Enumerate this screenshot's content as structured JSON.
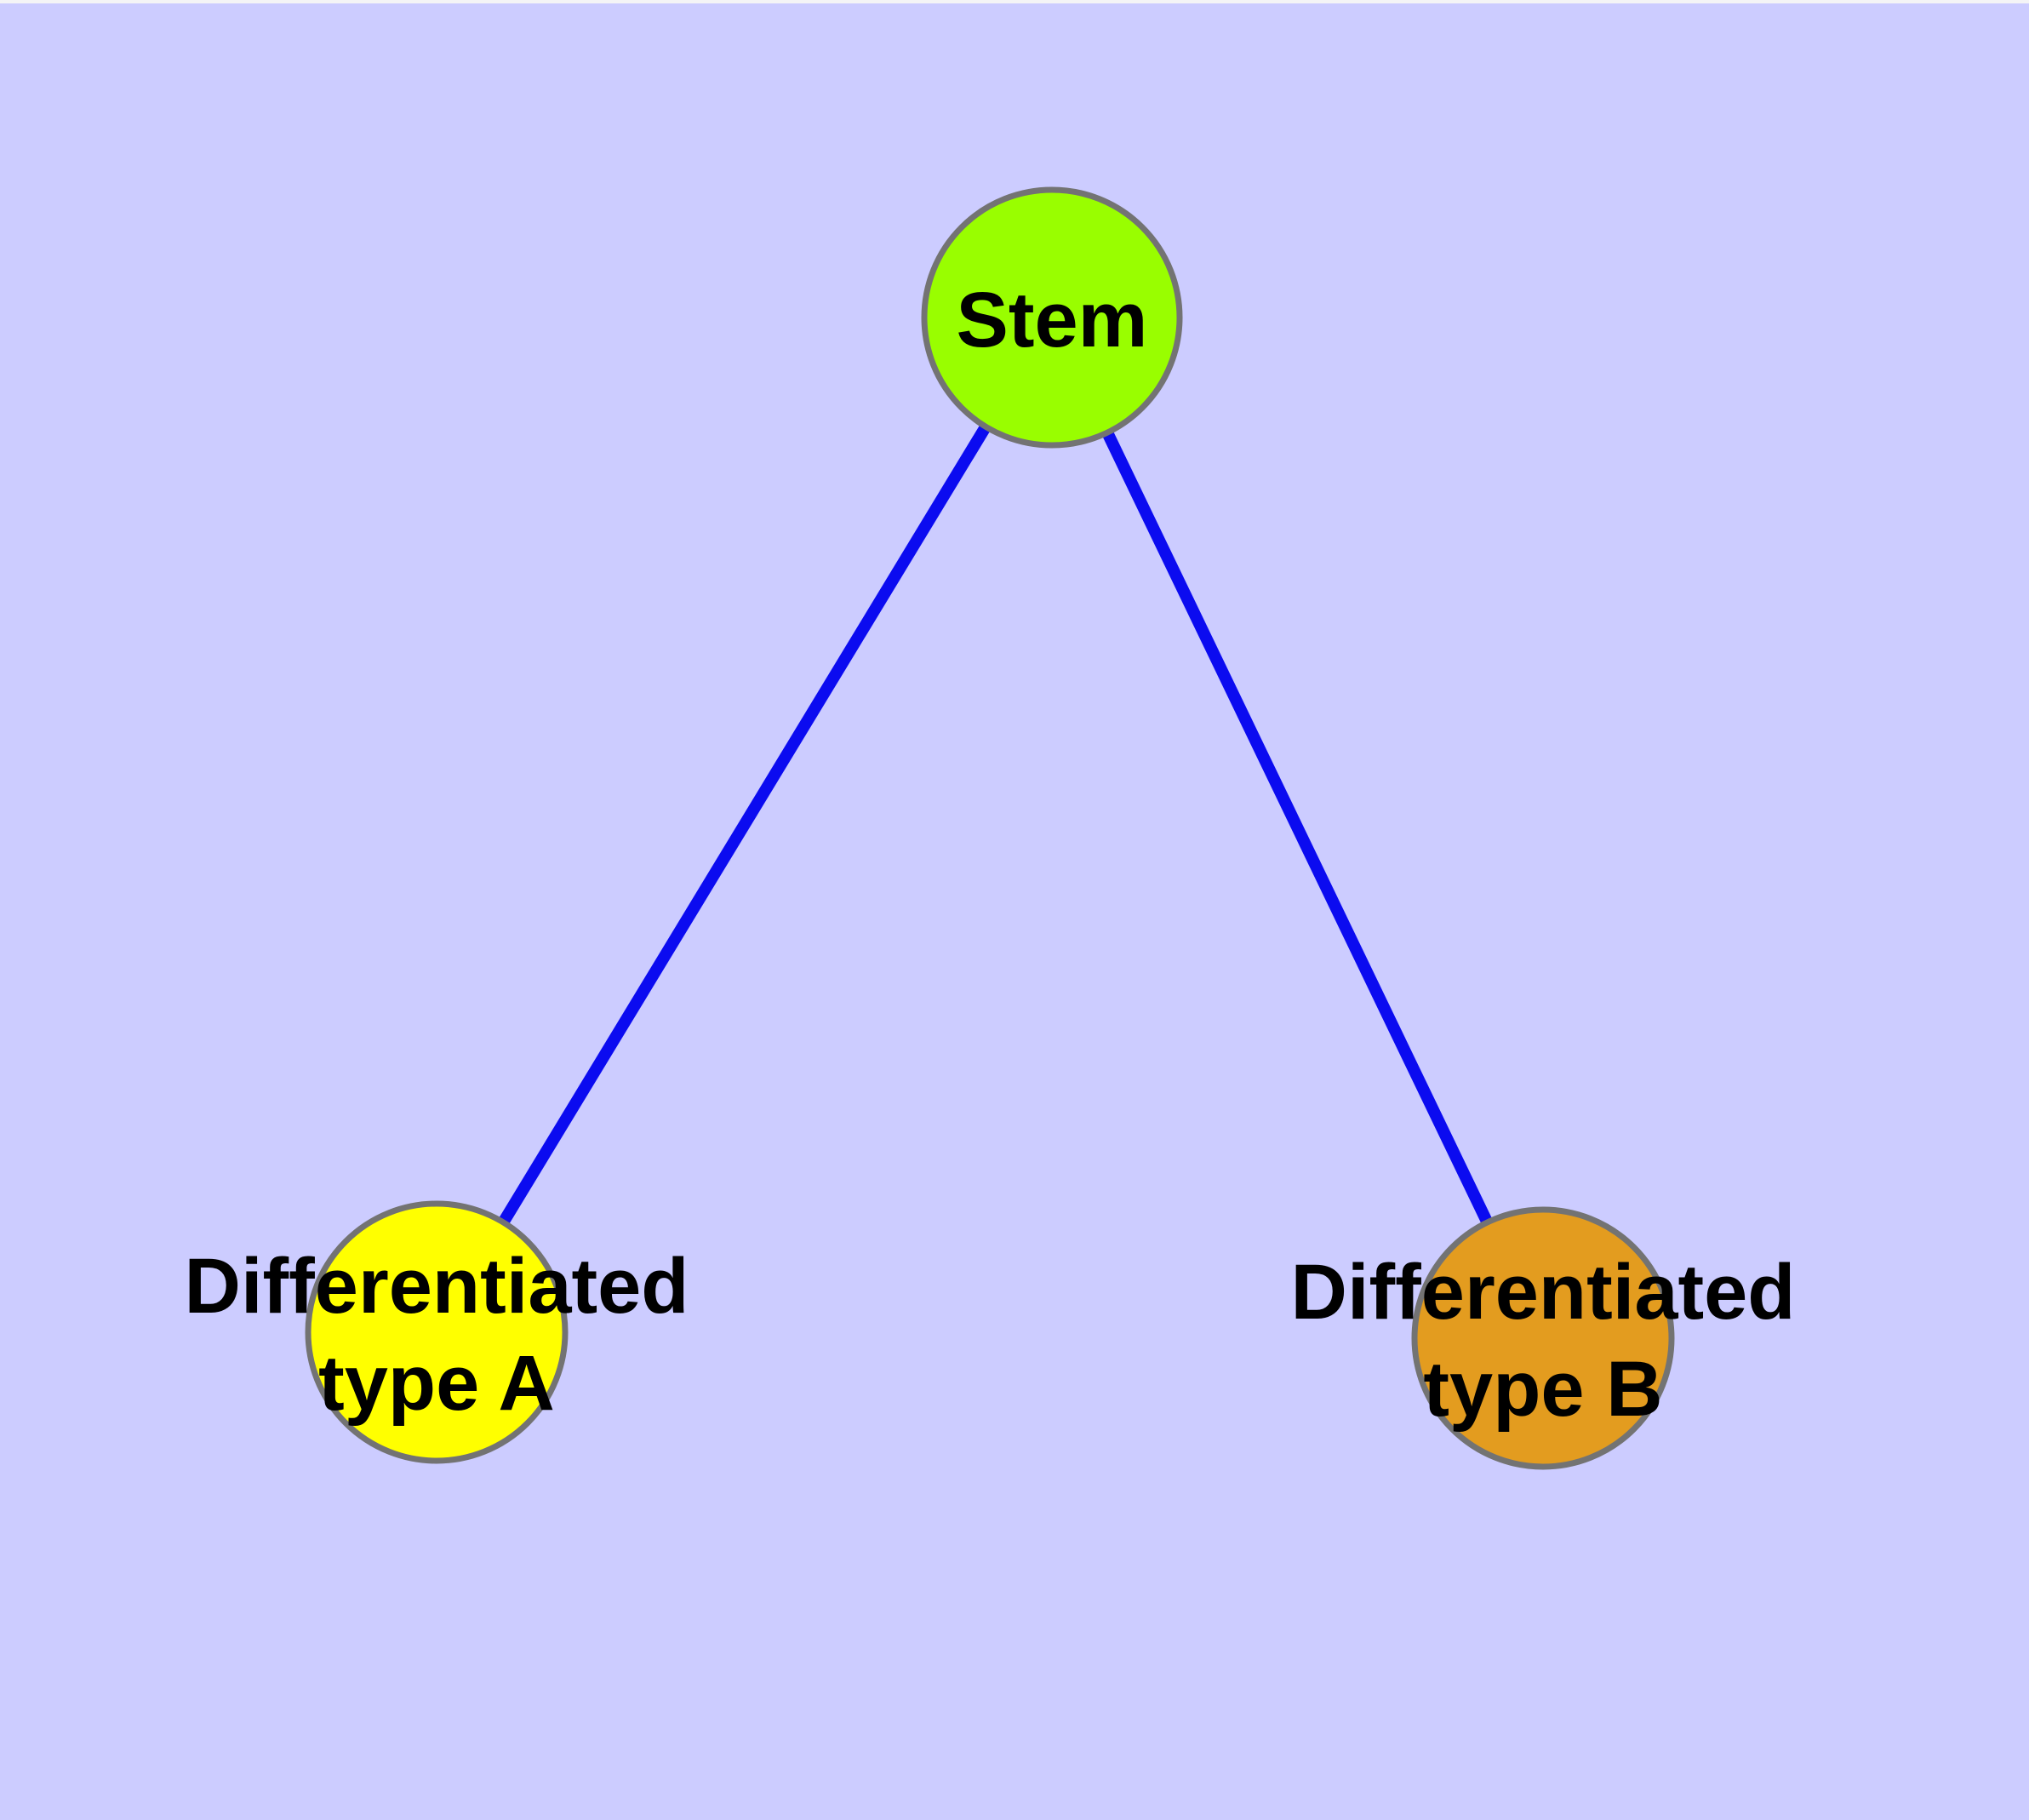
{
  "background": {
    "color": "#ccccff",
    "top_strip_color": "#f4f4f6"
  },
  "graph": {
    "label_color": "#000000",
    "node_border_color": "#737373",
    "edge_color": "#0b0bf0",
    "nodes": {
      "stem": {
        "label": "Stem",
        "fill": "#99fe00"
      },
      "type_a": {
        "label_line1": "Differentiated",
        "label_line2": "type A",
        "fill": "#ffff00"
      },
      "type_b": {
        "label_line1": "Differentiated",
        "label_line2": "type B",
        "fill": "#e39c1f"
      }
    },
    "edges": {
      "stem_to_type_a": {
        "from": "Stem",
        "to": "Differentiated type A"
      },
      "stem_to_type_b": {
        "from": "Stem",
        "to": "Differentiated type B"
      }
    }
  }
}
